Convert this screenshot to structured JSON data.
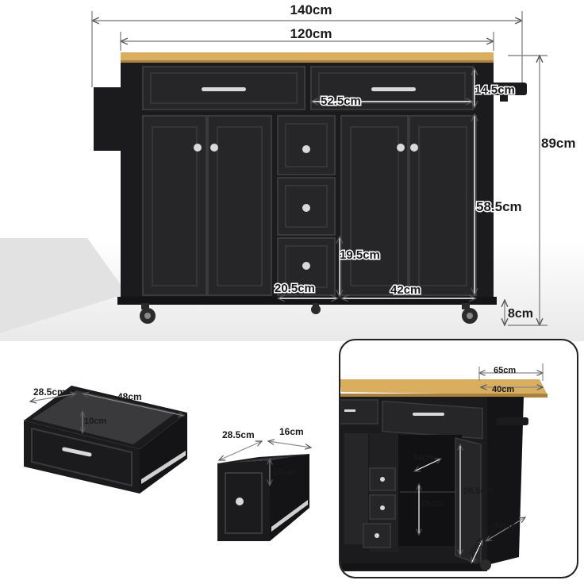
{
  "colors": {
    "body": "#1b1b1d",
    "panel": "#262628",
    "top": "#d9ae5f",
    "floor": "#e7e7e7",
    "dim_line": "#8a8a8a",
    "hardware": "#d9d9d9"
  },
  "main": {
    "total_width": "140cm",
    "top_width": "120cm",
    "drawer_width": "52.5cm",
    "drawer_height": "14.5cm",
    "total_height": "89cm",
    "cabinet_height": "58.5cm",
    "small_drawer_height": "19.5cm",
    "small_drawer_width": "20.5cm",
    "cabinet_width": "42cm",
    "wheel_height": "8cm"
  },
  "drawer_large": {
    "depth": "28.5cm",
    "width": "48cm",
    "height": "10cm"
  },
  "drawer_small": {
    "depth": "28.5cm",
    "width": "16cm",
    "height": "12cm"
  },
  "inset": {
    "depth_total": "65cm",
    "depth_top": "40cm",
    "shelf_depth": "34cm",
    "inner_height": "29cm",
    "side_height": "58.5cm",
    "side_depth": "40cm",
    "side_width": "20cm"
  }
}
